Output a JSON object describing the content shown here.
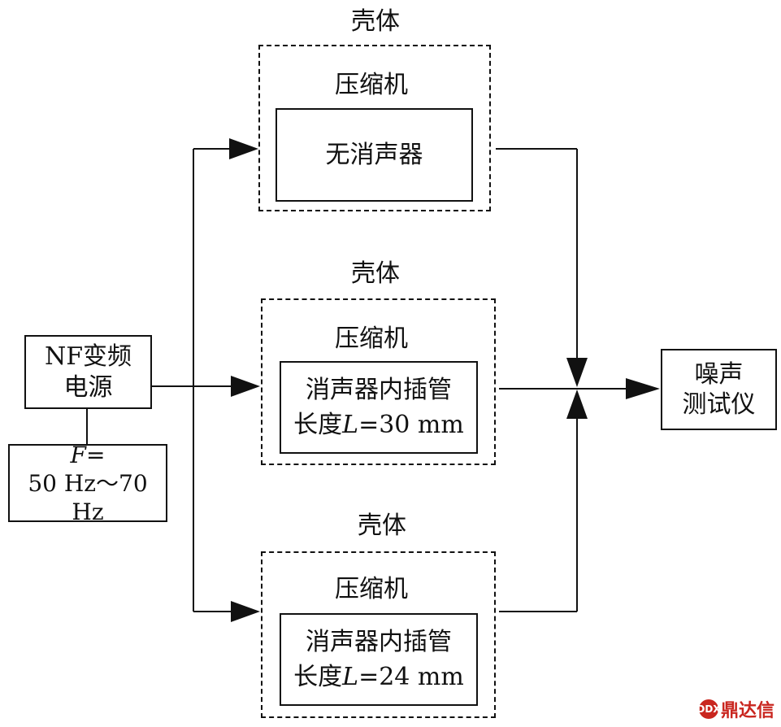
{
  "power": {
    "line1": "NF变频",
    "line2": "电源"
  },
  "frequency": {
    "line1": "F=",
    "line2": "50 Hz～70 Hz"
  },
  "units": [
    {
      "shell": "壳体",
      "compressor": "压缩机",
      "line1": "无消声器",
      "line2": ""
    },
    {
      "shell": "壳体",
      "compressor": "压缩机",
      "line1": "消声器内插管",
      "line2": "长度L=30 mm"
    },
    {
      "shell": "壳体",
      "compressor": "压缩机",
      "line1": "消声器内插管",
      "line2": "长度L=24 mm"
    }
  ],
  "meter": {
    "line1": "噪声",
    "line2": "测试仪"
  },
  "watermark": {
    "text": "鼎达信",
    "badge": "DDX"
  }
}
